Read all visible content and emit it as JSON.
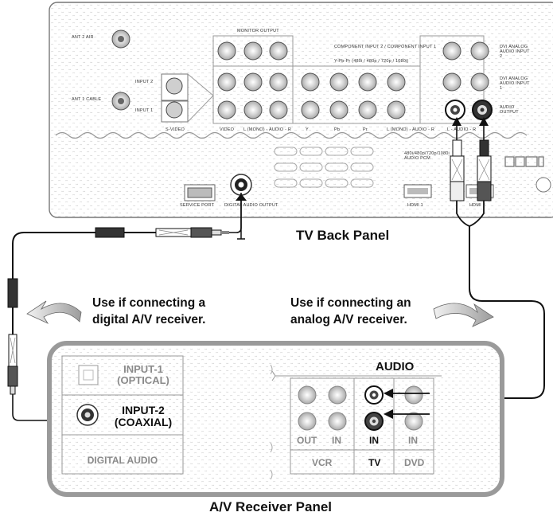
{
  "tv_panel": {
    "caption": "TV Back Panel",
    "ant2": "ANT 2 AIR",
    "ant1": "ANT 1 CABLE",
    "input2": "INPUT 2",
    "input1": "INPUT 1",
    "monitor_output": "MONITOR OUTPUT",
    "component": "COMPONENT INPUT 2 / COMPONENT INPUT 1",
    "resolution": "Y-Pb-Pr (480i / 480p / 720p / 1080i)",
    "s_video": "S-VIDEO",
    "video": "VIDEO",
    "audio_lr": "L (MONO) - AUDIO - R",
    "y": "Y",
    "pb": "Pb",
    "pr": "Pr",
    "audio_lr2": "L (MONO) - AUDIO - R",
    "audio_lr3": "L - AUDIO - R",
    "dvi2": "DVI ANALOG AUDIO INPUT 2",
    "dvi1": "DVI ANALOG AUDIO INPUT 1",
    "audio_output": "AUDIO OUTPUT",
    "hdmi_res": "480i/480p/720p/1080i AUDIO PCM",
    "service_port": "SERVICE PORT",
    "digital_audio_output": "DIGITAL AUDIO OUTPUT",
    "hdmi1": "HDMI 1",
    "hdmi2": "HDMI 2"
  },
  "notes": {
    "digital": {
      "line1": "Use if connecting a",
      "line2": "digital A/V receiver."
    },
    "analog": {
      "line1": "Use if connecting an",
      "line2": "analog A/V receiver."
    }
  },
  "receiver": {
    "caption": "A/V Receiver Panel",
    "input1": {
      "line1": "INPUT-1",
      "line2": "(OPTICAL)"
    },
    "input2": {
      "line1": "INPUT-2",
      "line2": "(COAXIAL)"
    },
    "digital_audio": "DIGITAL AUDIO",
    "audio_label": "AUDIO",
    "vcr_out": "OUT",
    "vcr_in": "IN",
    "tv_in": "IN",
    "dvd_in": "IN",
    "vcr": "VCR",
    "tv": "TV",
    "dvd": "DVD"
  }
}
